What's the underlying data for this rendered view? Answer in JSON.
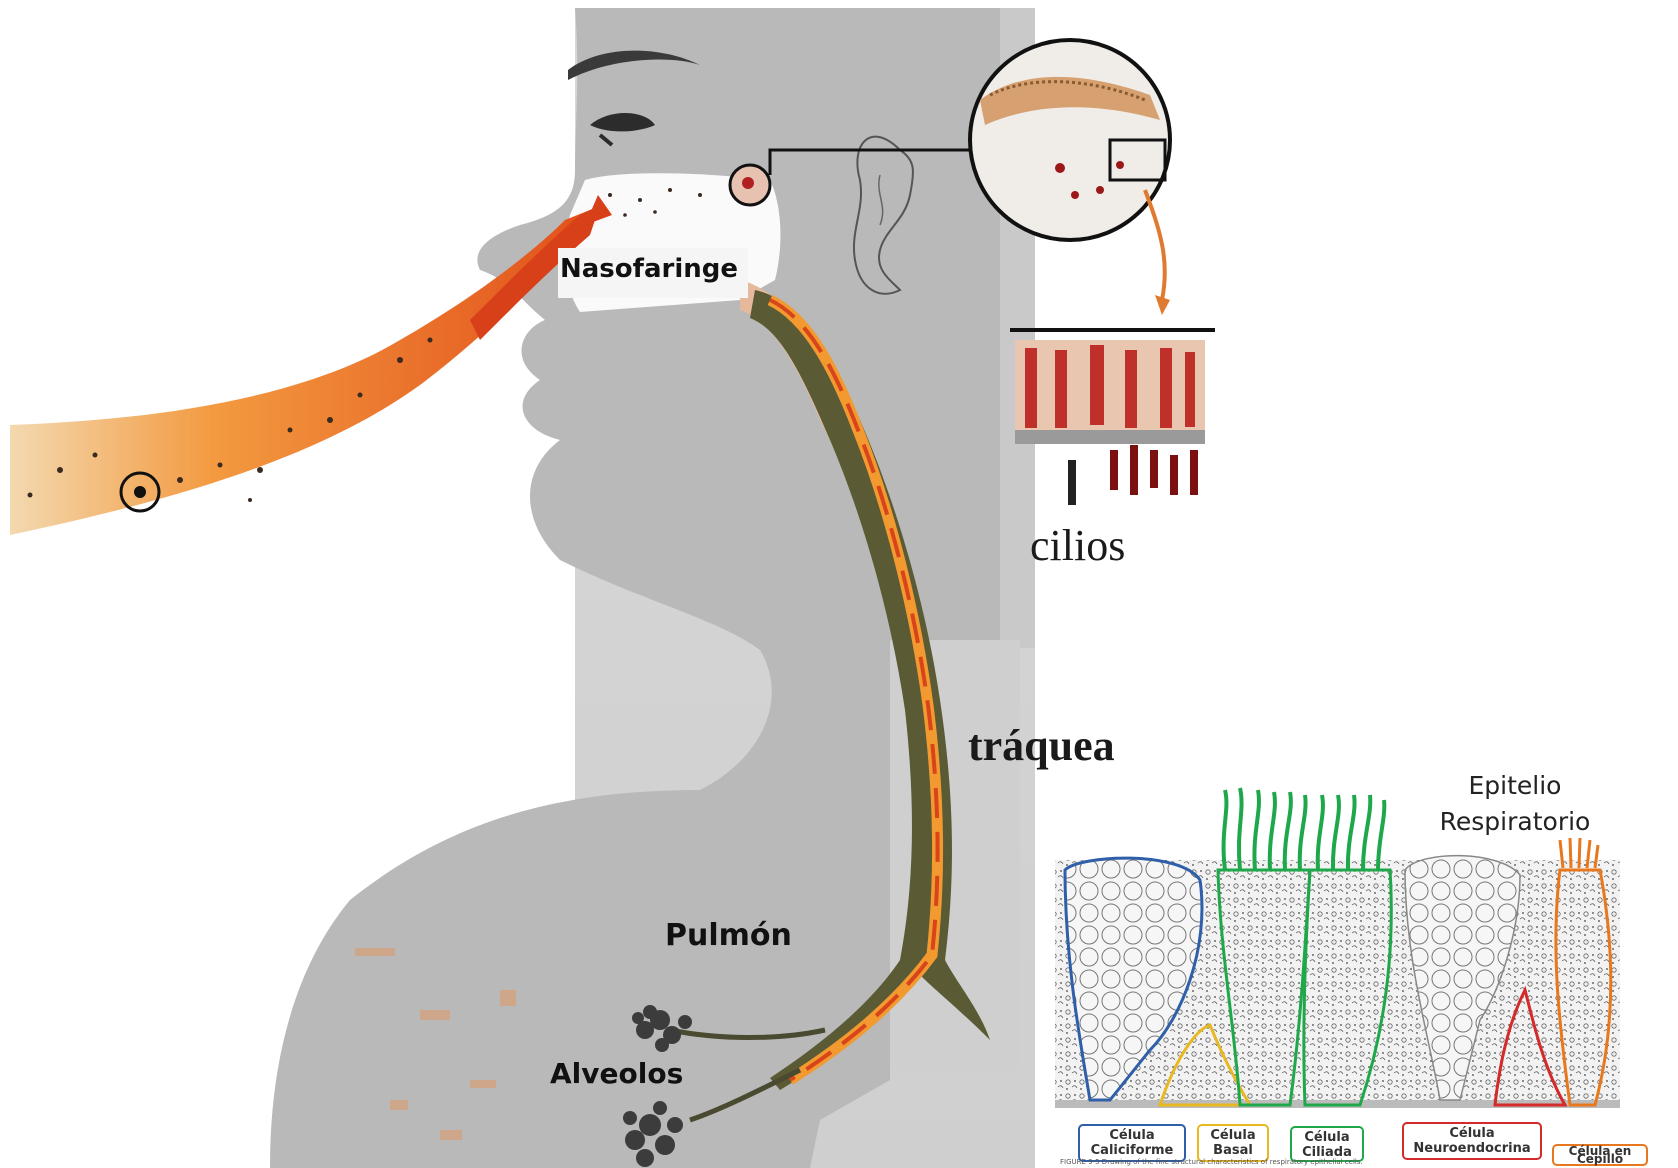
{
  "labels": {
    "nasofaringe": "Nasofaringe",
    "cilios": "cilios",
    "traquea": "tráquea",
    "pulmon": "Pulmón",
    "alveolos": "Alveolos"
  },
  "epithelium": {
    "title_line1": "Epitelio",
    "title_line2": "Respiratorio",
    "cells": [
      {
        "name": "Célula Caliciforme",
        "line1": "Célula",
        "line2": "Caliciforme",
        "color": "#2e5fa8"
      },
      {
        "name": "Célula Basal",
        "line1": "Célula",
        "line2": "Basal",
        "color": "#e8b820"
      },
      {
        "name": "Célula Ciliada",
        "line1": "Célula",
        "line2": "Ciliada",
        "color": "#1fa84a"
      },
      {
        "name": "Célula Neuroendocrina",
        "line1": "Célula",
        "line2": "Neuroendocrina",
        "color": "#d42a2a"
      },
      {
        "name": "Célula en Cepillo",
        "line1": "Célula en",
        "line2": "Cepillo",
        "color": "#e8781e"
      }
    ],
    "figure_caption": "FIGURE 9-5   Drawing of the fine structural characteristics of respiratory epithelial cells."
  },
  "colors": {
    "silhouette": "#b8b8b8",
    "airflow_orange": "#f08a30",
    "airflow_red": "#d83a1a",
    "trachea_dark": "#4a4a30"
  }
}
